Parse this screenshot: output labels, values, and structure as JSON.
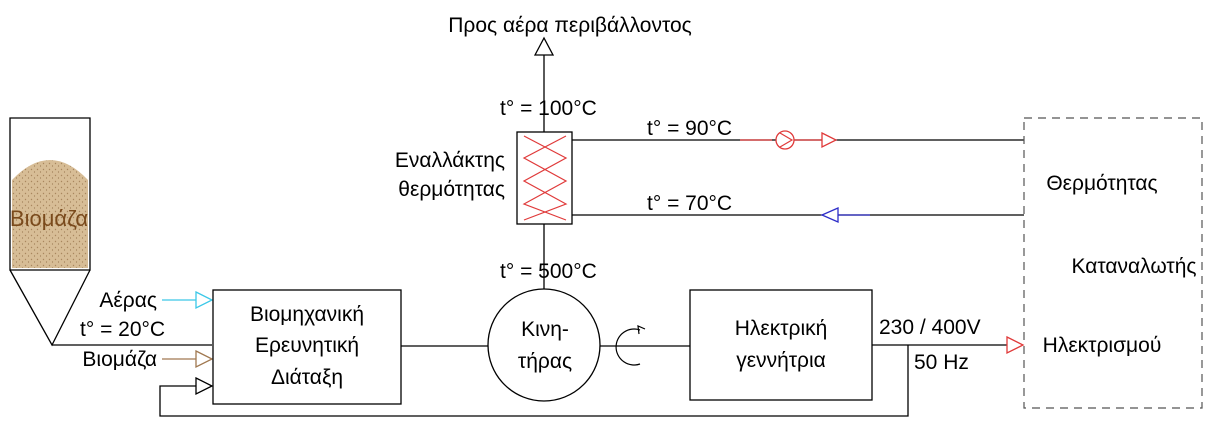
{
  "labels": {
    "ambient_air": "Προς αέρα περιβάλλοντος",
    "temp_100": "t° = 100°C",
    "temp_90": "t° = 90°C",
    "temp_70": "t° = 70°C",
    "temp_500": "t° = 500°C",
    "temp_20": "t° = 20°C",
    "heat_exchanger_line1": "Εναλλάκτης",
    "heat_exchanger_line2": "θερμότητας",
    "silo": "Βιομάζα",
    "air_in": "Αέρας",
    "biomass_in": "Βιομάζα",
    "reactor_line1": "Βιομηχανική",
    "reactor_line2": "Ερευνητική",
    "reactor_line3": "Διάταξη",
    "engine_line1": "Κινη-",
    "engine_line2": "τήρας",
    "generator_line1": "Ηλεκτρική",
    "generator_line2": "γεννήτρια",
    "voltage": "230 / 400V",
    "frequency": "50 Hz",
    "consumer_heat": "Θερμότητας",
    "consumer_title": "Καταναλωτής",
    "consumer_electricity": "Ηλεκτρισμού"
  },
  "colors": {
    "line": "#000000",
    "hot_flow": "#e03a3a",
    "return_flow": "#2d2dc8",
    "air": "#3cc8e8",
    "biomass": "#a07850",
    "silo_fill": "#c8a67e",
    "silo_text": "#7a4a1c",
    "electric": "#e03a3a"
  }
}
